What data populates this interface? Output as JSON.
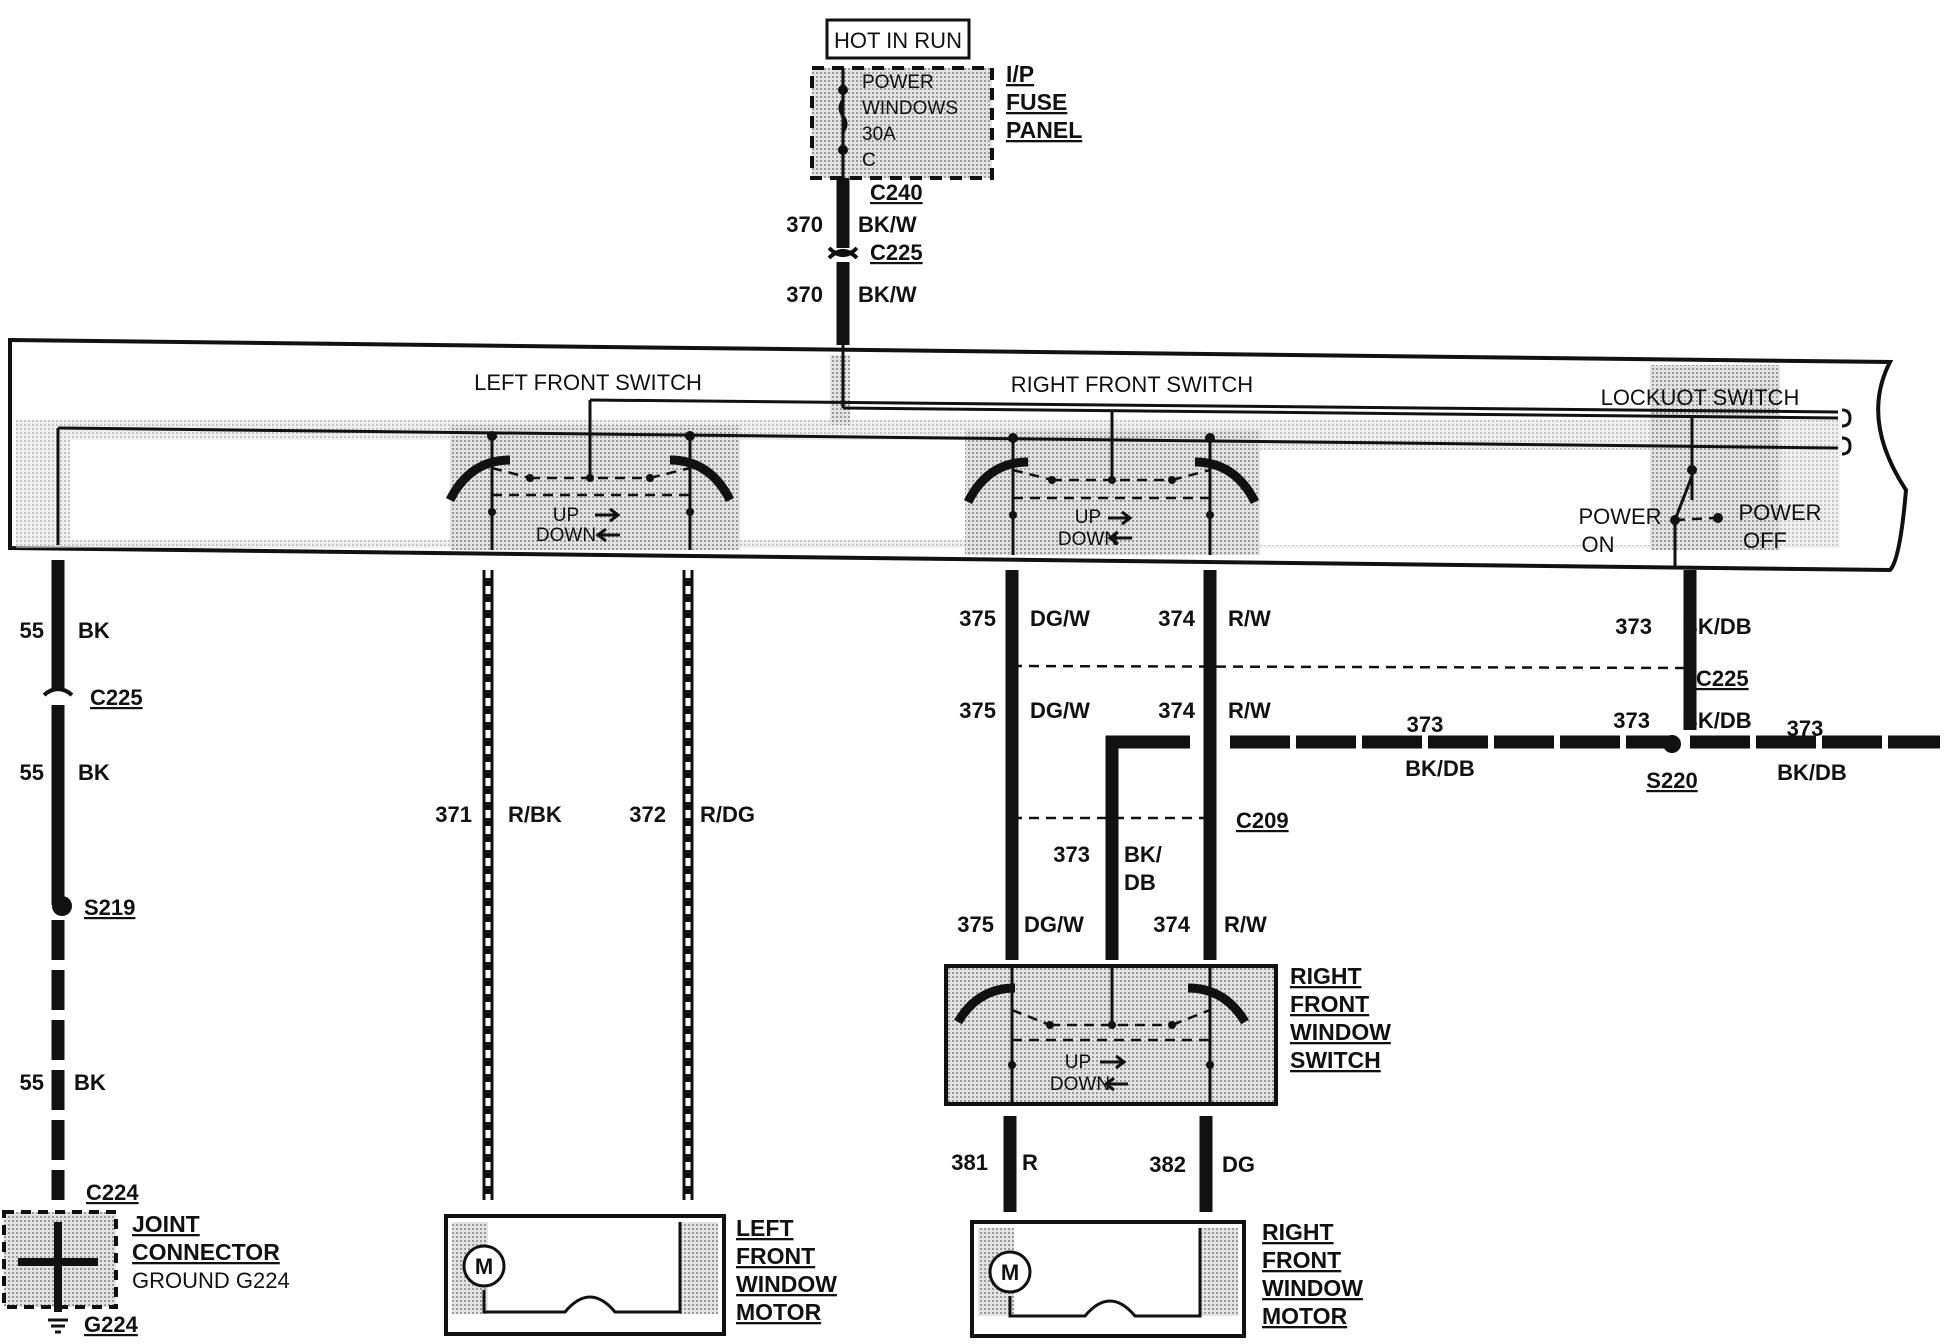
{
  "power": {
    "hot_in_run": "HOT IN RUN",
    "fuse_line1": "POWER",
    "fuse_line2": "WINDOWS",
    "fuse_line3": "30A",
    "fuse_line4": "C",
    "panel_line1": "I/P",
    "panel_line2": "FUSE",
    "panel_line3": "PANEL"
  },
  "connectors": {
    "c240": "C240",
    "c225": "C225",
    "c209": "C209",
    "c224": "C224",
    "s219": "S219",
    "s220": "S220",
    "g224": "G224"
  },
  "switches": {
    "left_front": "LEFT FRONT SWITCH",
    "right_front": "RIGHT FRONT SWITCH",
    "lockout": "LOCKUOT SWITCH",
    "up": "UP",
    "down": "DOWN",
    "power_on_1": "POWER",
    "power_on_2": "ON",
    "power_off_1": "POWER",
    "power_off_2": "OFF"
  },
  "wires": {
    "w370": "370",
    "bkw": "BK/W",
    "w55": "55",
    "bk": "BK",
    "w371": "371",
    "rbk": "R/BK",
    "w372": "372",
    "rdg": "R/DG",
    "w375": "375",
    "dgw": "DG/W",
    "w374": "374",
    "rw": "R/W",
    "w373": "373",
    "bkdb": "BK/DB",
    "bk_slash": "BK/",
    "db": "DB",
    "w381": "381",
    "r": "R",
    "w382": "382",
    "dg": "DG"
  },
  "components": {
    "joint_1": "JOINT",
    "joint_2": "CONNECTOR",
    "joint_3": "GROUND G224",
    "lfm_1": "LEFT",
    "lfm_2": "FRONT",
    "lfm_3": "WINDOW",
    "lfm_4": "MOTOR",
    "rfs_1": "RIGHT",
    "rfs_2": "FRONT",
    "rfs_3": "WINDOW",
    "rfs_4": "SWITCH",
    "rfm_1": "RIGHT",
    "rfm_2": "FRONT",
    "rfm_3": "WINDOW",
    "rfm_4": "MOTOR",
    "motor_symbol": "M"
  }
}
